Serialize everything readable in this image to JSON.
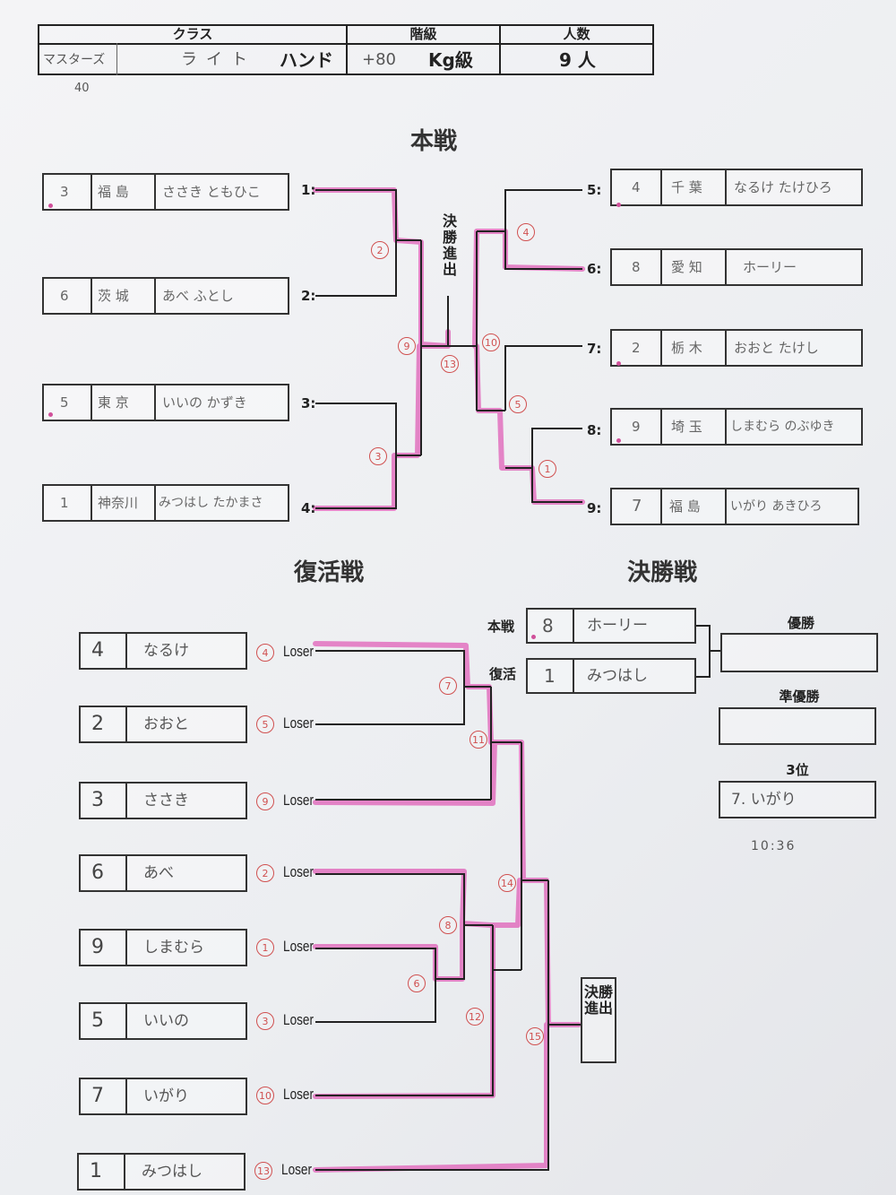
{
  "header": {
    "class_label": "クラス",
    "grade_label": "階級",
    "count_label": "人数",
    "class_value": "マスターズ",
    "class_note": "40",
    "hand_written": "ライト",
    "hand_label": "ハンド",
    "weight_value": "+80",
    "weight_unit": "Kg級",
    "count_value": "9 人"
  },
  "main": {
    "title": "本戦",
    "advance_label": "決勝進出",
    "left_players": [
      {
        "slot": "1:",
        "no": "3",
        "pref": "福 島",
        "name": "ささき ともひこ"
      },
      {
        "slot": "2:",
        "no": "6",
        "pref": "茨 城",
        "name": "あべ ふとし"
      },
      {
        "slot": "3:",
        "no": "5",
        "pref": "東 京",
        "name": "いいの かずき"
      },
      {
        "slot": "4:",
        "no": "1",
        "pref": "神奈川",
        "name": "みつはし たかまさ"
      }
    ],
    "right_players": [
      {
        "slot": "5:",
        "no": "4",
        "pref": "千 葉",
        "name": "なるけ たけひろ"
      },
      {
        "slot": "6:",
        "no": "8",
        "pref": "愛 知",
        "name": "ホーリー"
      },
      {
        "slot": "7:",
        "no": "2",
        "pref": "栃 木",
        "name": "おおと たけし"
      },
      {
        "slot": "8:",
        "no": "9",
        "pref": "埼 玉",
        "name": "しまむら のぶゆき"
      },
      {
        "slot": "9:",
        "no": "7",
        "pref": "福 島",
        "name": "いがり あきひろ"
      }
    ],
    "match_numbers": [
      "2",
      "3",
      "9",
      "13",
      "4",
      "10",
      "5",
      "1"
    ]
  },
  "repechage": {
    "title": "復活戦",
    "loser_label": "Loser",
    "advance_label": "決勝進出",
    "entries": [
      {
        "no": "4",
        "name": "なるけ",
        "from": "4"
      },
      {
        "no": "2",
        "name": "おおと",
        "from": "5"
      },
      {
        "no": "3",
        "name": "ささき",
        "from": "9"
      },
      {
        "no": "6",
        "name": "あべ",
        "from": "2"
      },
      {
        "no": "9",
        "name": "しまむら",
        "from": "1"
      },
      {
        "no": "5",
        "name": "いいの",
        "from": "3"
      },
      {
        "no": "7",
        "name": "いがり",
        "from": "10"
      },
      {
        "no": "1",
        "name": "みつはし",
        "from": "13"
      }
    ],
    "match_numbers": [
      "7",
      "11",
      "8",
      "6",
      "12",
      "14",
      "15"
    ]
  },
  "final": {
    "title": "決勝戦",
    "main_label": "本戦",
    "rep_label": "復活",
    "main_no": "8",
    "main_name": "ホーリー",
    "rep_no": "1",
    "rep_name": "みつはし",
    "champion_label": "優勝",
    "runner_up_label": "準優勝",
    "third_label": "3位",
    "third_value": "7. いがり",
    "note": "10:36"
  },
  "colors": {
    "highlight": "#e060b8",
    "circle": "#d05050",
    "line": "#222222"
  }
}
